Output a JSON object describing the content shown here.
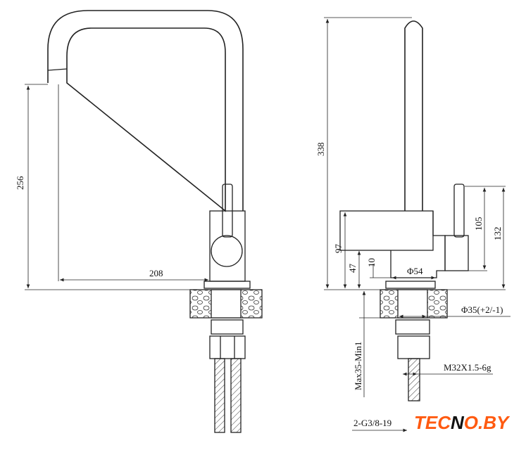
{
  "front_view": {
    "dimensions": {
      "height": "256",
      "reach": "208"
    }
  },
  "side_view": {
    "dimensions": {
      "total_height": "338",
      "body_height": "97",
      "base_height": "47",
      "offset": "10",
      "base_diameter": "Φ54",
      "handle_height": "105",
      "handle_total": "132",
      "hole_diameter": "Φ35(+2/-1)",
      "counter_thickness": "Max35-Min1",
      "thread": "M32X1.5-6g",
      "hose_connection": "2-G3/8-19"
    }
  },
  "logo": {
    "text_left": "TEC",
    "text_n": "N",
    "text_right": "O.BY",
    "color": "#ff5a10"
  }
}
